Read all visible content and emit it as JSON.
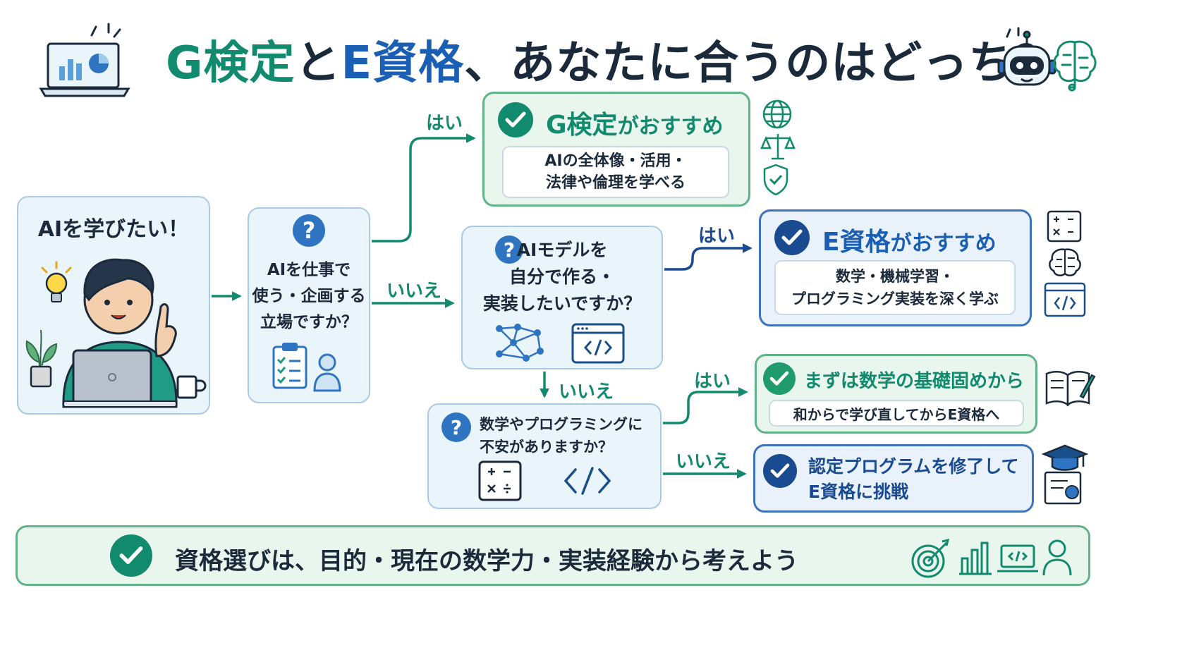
{
  "title": {
    "part1": "G検定",
    "part2": "と",
    "part3": "E資格",
    "part4": "、あなたに合うのはどっち？"
  },
  "start": {
    "label": "AIを学びたい！"
  },
  "q1": {
    "text": "AIを仕事で\n使う・企画する\n立場ですか？"
  },
  "q2": {
    "text": "AIモデルを\n自分で作る・\n実装したいですか？"
  },
  "q3": {
    "text": "数学やプログラミングに\n不安がありますか？"
  },
  "edges": {
    "yes": "はい",
    "no": "いいえ"
  },
  "results": {
    "g": {
      "title_strong": "G検定",
      "title_rest": "がおすすめ",
      "desc": "AIの全体像・活用・\n法律や倫理を学べる"
    },
    "e": {
      "title_strong": "E資格",
      "title_rest": "がおすすめ",
      "desc": "数学・機械学習・\nプログラミング実装を深く学ぶ"
    },
    "math": {
      "title": "まずは数学の基礎固めから",
      "desc": "和からで学び直してからE資格へ"
    },
    "cert": {
      "title": "認定プログラムを修了して\nE資格に挑戦"
    }
  },
  "footer": {
    "text": "資格選びは、目的・現在の数学力・実装経験から考えよう"
  },
  "colors": {
    "green": "#128a6e",
    "blue": "#1a5fb4",
    "navy": "#1b2a3a"
  },
  "icons": [
    "laptop-chart-icon",
    "robot-icon",
    "brain-icon",
    "globe-icon",
    "scale-icon",
    "shield-icon",
    "calculator-icon",
    "code-window-icon",
    "network-icon",
    "clipboard-icon",
    "person-icon",
    "book-icon",
    "graduation-cap-icon",
    "target-icon",
    "bar-chart-icon",
    "lightbulb-icon",
    "plant-icon",
    "mug-icon"
  ]
}
